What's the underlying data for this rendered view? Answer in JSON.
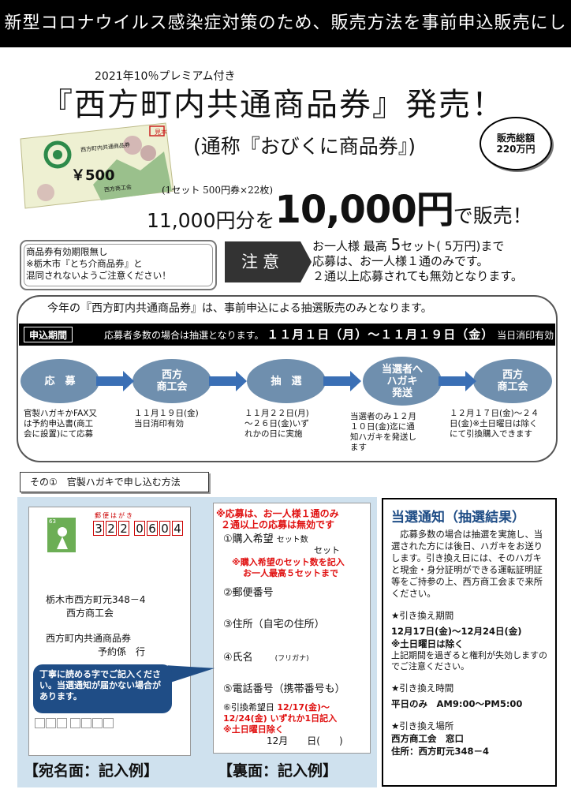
{
  "banner": "新型コロナウイルス感染症対策のため、販売方法を事前申込販売にします",
  "header": {
    "subtitle": "2021年10％プレミアム付き",
    "title": "『西方町内共通商品券』発売！",
    "nickname": "(通称『おびくに商品券』)",
    "total_line1": "販売総額",
    "total_line2": "220万円"
  },
  "voucher": {
    "amount": "￥500",
    "name": "西方町内共通商品券",
    "issuer": "西方商工会",
    "stamp": "見本"
  },
  "price": {
    "set_note": "(1セット 500円券×22枚)",
    "prefix": "11,000円分を",
    "big": "10,000円",
    "suffix": "で販売！"
  },
  "validity": {
    "line1": "商品券有効期限無し",
    "line2": "※栃木市『とち介商品券』と",
    "line3": "混同されないようご注意ください！"
  },
  "caution": {
    "label": "注意",
    "line1_a": "お一人様 最高",
    "line1_b": "5",
    "line1_c": "セット( 5万円)まで",
    "line2": "応募は、お一人様１通のみです。",
    "line3": "２通以上応募されても無効となります。"
  },
  "process": {
    "intro": "今年の『西方町内共通商品券』は、事前申込による抽選販売のみとなります。",
    "period_label": "申込期間",
    "period_text": "応募者多数の場合は抽選となります。",
    "period_dates": "１１月１日（月）〜１１月１９日（金）",
    "period_postmark": "当日消印有効",
    "steps": [
      {
        "label1": "応　募",
        "label2": "",
        "label3": "",
        "desc": [
          "官製ハガキかFAX又",
          "は予約申込書(商工",
          "会に設置)にて応募"
        ]
      },
      {
        "label1": "西方",
        "label2": "商工会",
        "label3": "",
        "desc": [
          "１１月１９日(金)",
          "当日消印有効"
        ]
      },
      {
        "label1": "抽　選",
        "label2": "",
        "label3": "",
        "desc": [
          "１１月２２日(月)",
          "〜２６日(金)いず",
          "れかの日に実施"
        ]
      },
      {
        "label1": "当選者へ",
        "label2": "ハガキ",
        "label3": "発送",
        "desc": [
          "当選者のみ１２月",
          "１０日(金)迄に通",
          "知ハガキを発送し",
          "ます"
        ]
      },
      {
        "label1": "西方",
        "label2": "商工会",
        "label3": "",
        "desc": [
          "１２月１７日(金)〜２４",
          "日(金)※土日曜日は除く",
          "にて引換購入できます"
        ]
      }
    ]
  },
  "method_tab": "その①　官製ハガキで申し込む方法",
  "front": {
    "yubin": "郵便はがき",
    "stamp_value": "63",
    "zip": [
      "3",
      "2",
      "2",
      "0",
      "6",
      "0",
      "4"
    ],
    "addr1": "栃木市西方町元348－4",
    "addr2": "西方商工会",
    "addr3": "西方町内共通商品券",
    "addr4": "予約係　行",
    "bubble": "丁寧に読める字でご記入ください。当選通知が届かない場合があります。",
    "label": "【宛名面：記入例】"
  },
  "back": {
    "warn1": "※応募は、お一人様１通のみ",
    "warn2": "２通以上の応募は無効です",
    "item1": "①購入希望",
    "item1_unit": "セット数",
    "item1_set": "セット",
    "note1": "※購入希望のセット数を記入",
    "note2": "お一人最高５セットまで",
    "item2": "②郵便番号",
    "item3": "③住所（自宅の住所）",
    "item4": "④氏名",
    "item4_kana": "(フリガナ)",
    "item5": "⑤電話番号（携帯番号も）",
    "item6_a": "⑥引換希望日",
    "item6_b": "12/17(金)〜",
    "item6_c": "12/24(金) いずれか1日記入",
    "item6_d": "※土日曜日除く",
    "item6_blank": "12月　　日(　　)",
    "label": "【裏面：記入例】"
  },
  "notice": {
    "title": "当選通知（抽選結果）",
    "body": "応募多数の場合は抽選を実施し、当選された方には後日、ハガキをお送りします。引き換え日には、そのハガキと現金・身分証明ができる運転証明証等をご持参の上、西方商工会まで来所ください。",
    "period_head": "★引き換え期間",
    "period_value": "12月17日(金)〜12月24日(金)",
    "period_excl": "※土日曜日は除く",
    "period_warn": "上記期間を過ぎると権利が失効しますのでご注意ください。",
    "time_head": "★引き換え時間",
    "time_value": "平日のみ　AM9:00〜PM5:00",
    "place_head": "★引き換え場所",
    "place_value1": "西方商工会　窓口",
    "place_value2": "住所：西方町元348－4"
  }
}
